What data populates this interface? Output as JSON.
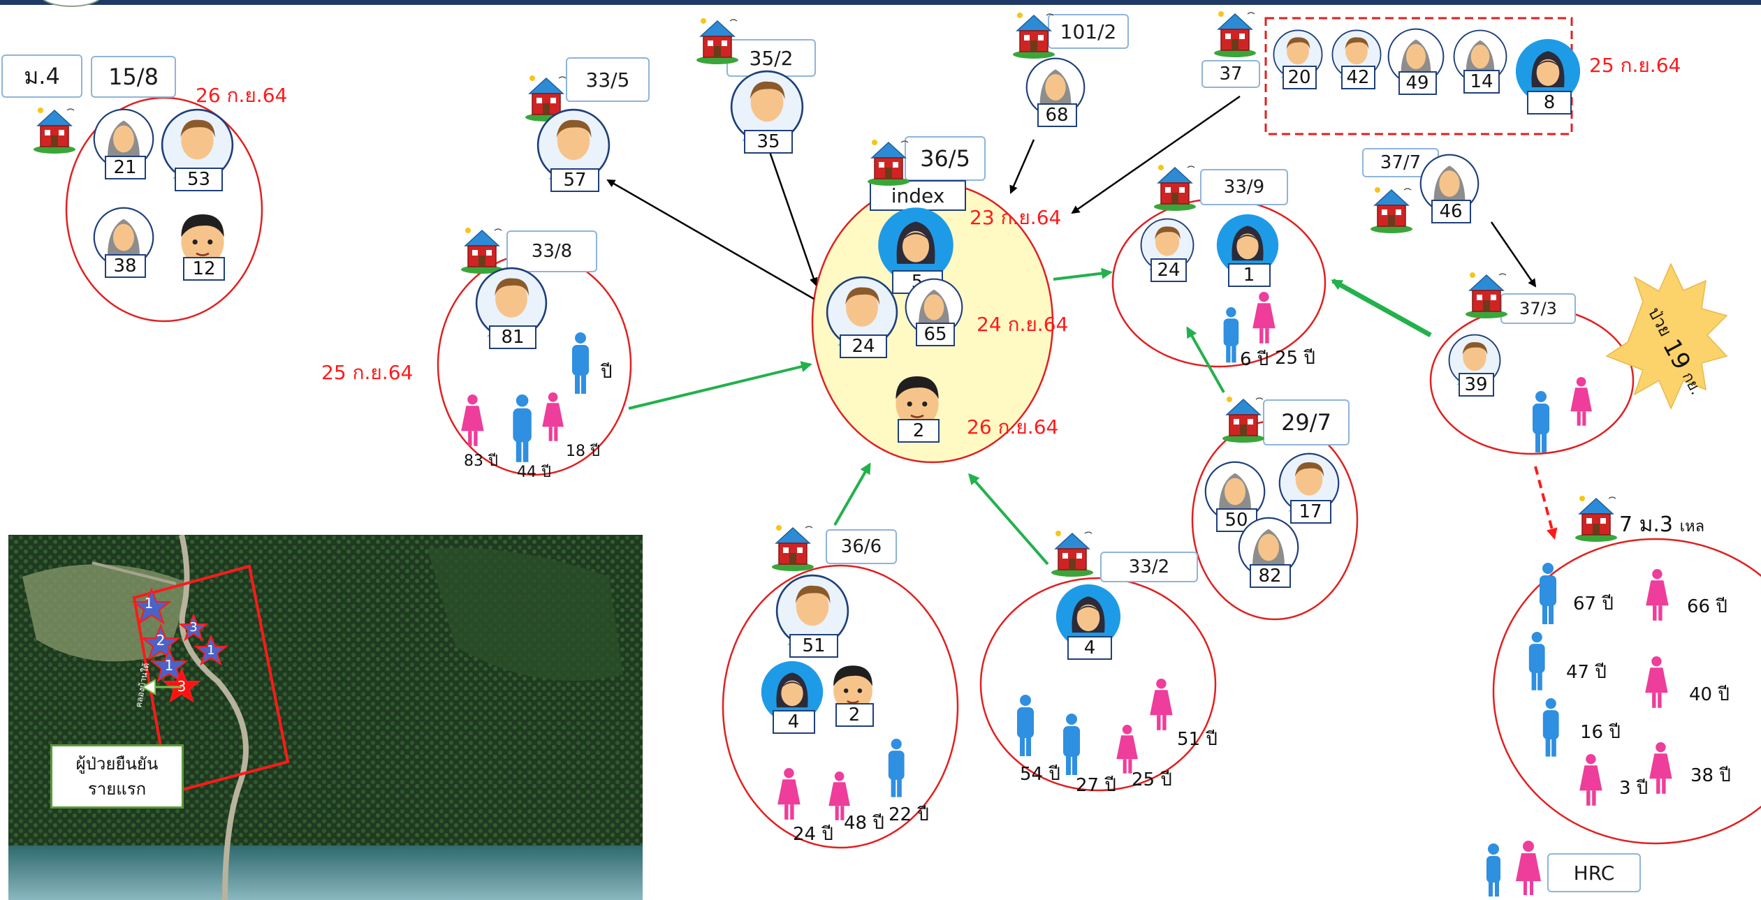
{
  "village": "ม.4",
  "households": {
    "h15_8": {
      "id": "15/8",
      "date": "26 ก.ย.64",
      "members": [
        "21",
        "53",
        "38",
        "12"
      ]
    },
    "h33_5": {
      "id": "33/5",
      "members": [
        "57"
      ]
    },
    "h35_2": {
      "id": "35/2",
      "members": [
        "35"
      ]
    },
    "h101_2": {
      "id": "101/2",
      "members": [
        "68"
      ]
    },
    "h36_5": {
      "id": "36/5",
      "index_label": "index",
      "members": [
        "5",
        "24",
        "65",
        "2"
      ],
      "dates": [
        "23 ก.ย.64",
        "24 ก.ย.64",
        "26 ก.ย.64"
      ]
    },
    "h37": {
      "id": "37",
      "date": "25 ก.ย.64",
      "members": [
        "20",
        "42",
        "49",
        "14",
        "8"
      ]
    },
    "h37_7": {
      "id": "37/7",
      "members": [
        "46"
      ]
    },
    "h33_8": {
      "id": "33/8",
      "date": "25 ก.ย.64",
      "members": [
        "81"
      ],
      "ages": [
        "ปี",
        "83 ปี",
        "44 ปี",
        "18 ปี"
      ]
    },
    "h33_9": {
      "id": "33/9",
      "members": [
        "24",
        "1"
      ],
      "ages": [
        "6 ปี",
        "25 ปี"
      ]
    },
    "h37_3": {
      "id": "37/3",
      "members": [
        "39"
      ],
      "burst": [
        "ป่วย",
        "19",
        "กย."
      ]
    },
    "h29_7": {
      "id": "29/7",
      "members": [
        "50",
        "17",
        "82"
      ]
    },
    "h36_6": {
      "id": "36/6",
      "members": [
        "51",
        "4",
        "2"
      ],
      "ages": [
        "24 ปี",
        "48 ปี",
        "22 ปี"
      ]
    },
    "h33_2": {
      "id": "33/2",
      "members": [
        "4"
      ],
      "ages": [
        "54 ปี",
        "27 ปี",
        "25 ปี",
        "51 ปี"
      ]
    },
    "h7_3": {
      "id": "7 ม.3",
      "suffix": "เหล",
      "ages": [
        "67 ปี",
        "66 ปี",
        "47 ปี",
        "40 ปี",
        "16 ปี",
        "3 ปี",
        "38 ปี"
      ]
    }
  },
  "legend": {
    "label": "HRC"
  },
  "map": {
    "label_line1": "ผู้ป่วยยืนยัน",
    "label_line2": "รายแรก",
    "road_text": "คลองบ้านใต้",
    "stars": [
      "1",
      "2",
      "3",
      "1",
      "1",
      "3"
    ]
  },
  "colors": {
    "red": "#ff1a1a",
    "green": "#22b14c",
    "navy": "#1f3f7a",
    "male": "#2f8fe0",
    "female": "#ee3d9a",
    "index_bg": "#fff9c4"
  }
}
